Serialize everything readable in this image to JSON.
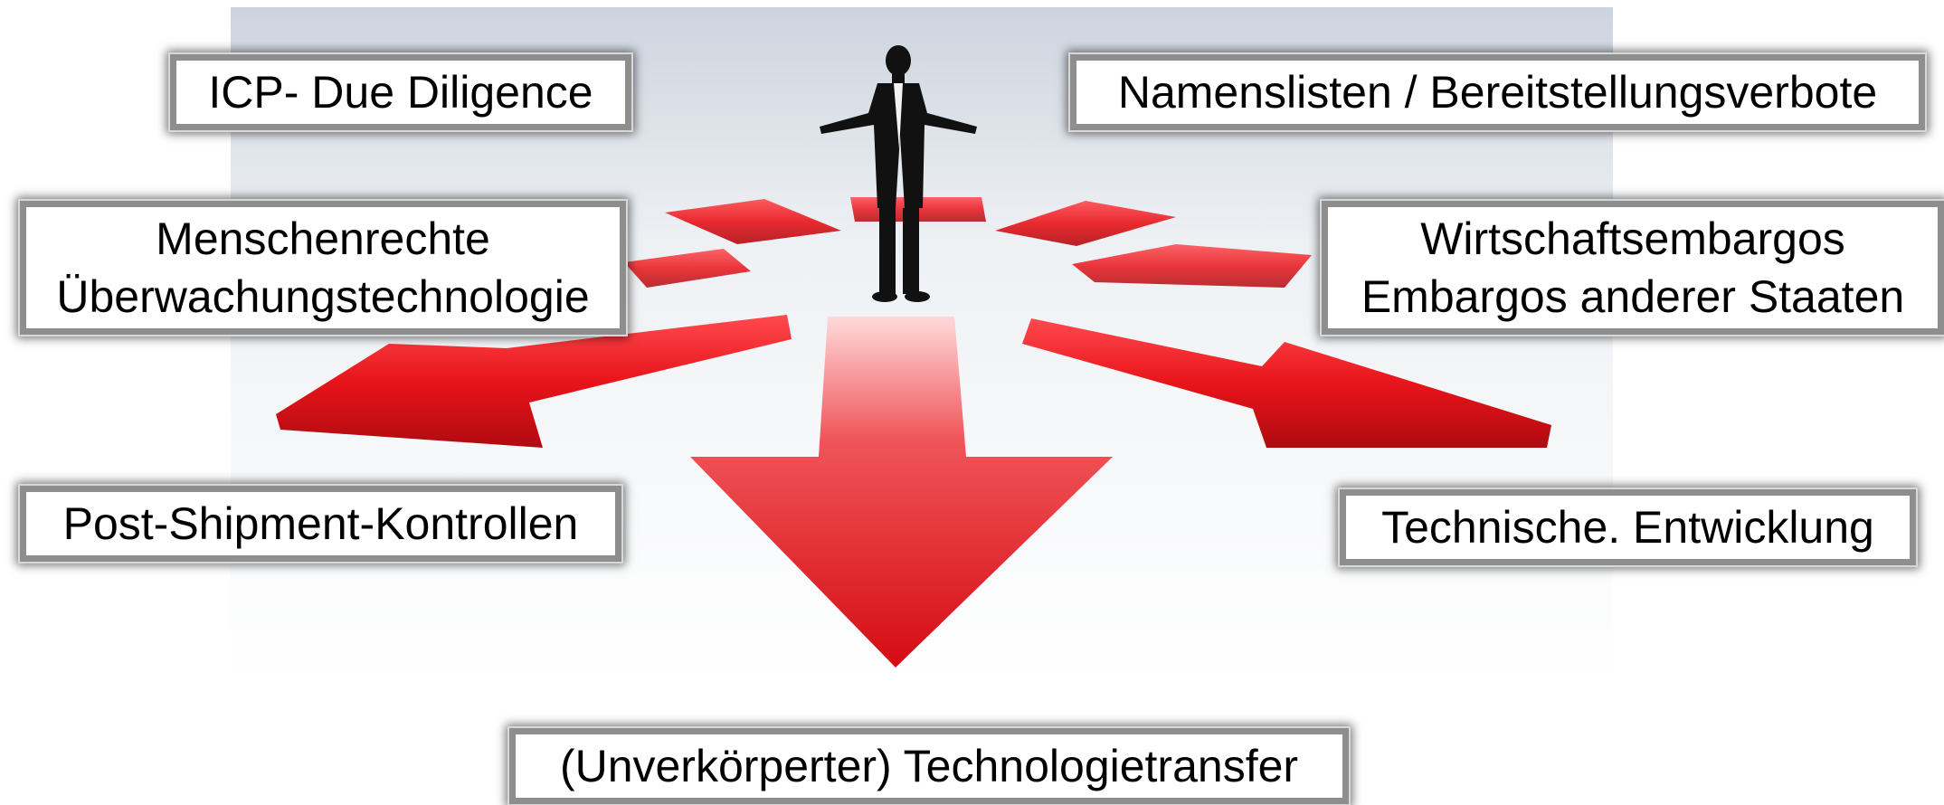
{
  "diagram": {
    "boxes": {
      "icp": {
        "lines": [
          "ICP- Due Diligence"
        ]
      },
      "name_lists": {
        "lines": [
          "Namenslisten / Bereitstellungsverbote"
        ]
      },
      "human_rights": {
        "lines": [
          "Menschenrechte",
          "Überwachungstechnologie"
        ]
      },
      "embargoes": {
        "lines": [
          "Wirtschaftsembargos",
          "Embargos anderer Staaten"
        ]
      },
      "post_shipment": {
        "lines": [
          "Post-Shipment-Kontrollen"
        ]
      },
      "technical_development": {
        "lines": [
          "Technische. Entwicklung"
        ]
      },
      "technology_transfer": {
        "lines": [
          "(Unverkörperter) Technologietransfer"
        ]
      }
    },
    "colors": {
      "arrow": "#e8141a",
      "arrow_dark": "#a80a0e",
      "background_top": "#cfd6df",
      "background_bottom": "#ffffff",
      "box_border": "#8e8e8e",
      "person": "#111111"
    }
  }
}
